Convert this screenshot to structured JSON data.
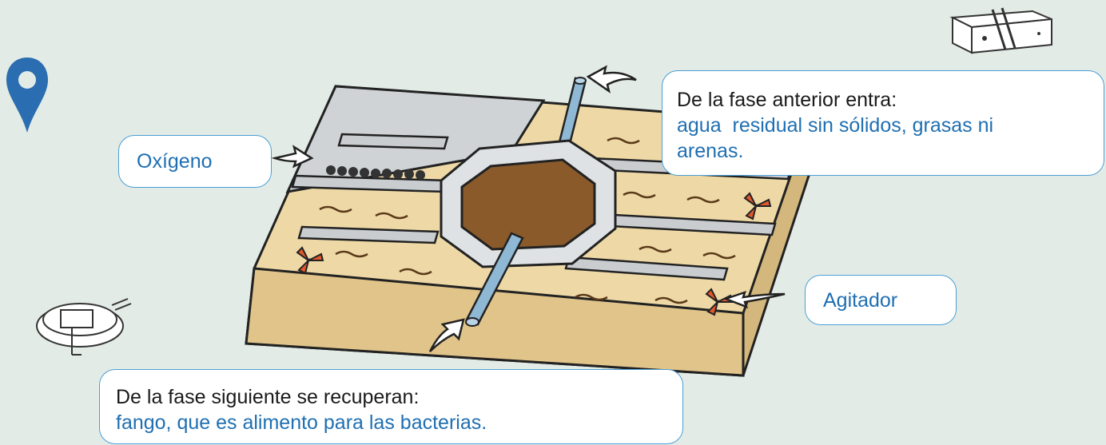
{
  "callouts": {
    "oxigeno": {
      "text": "Oxígeno"
    },
    "entra": {
      "line1": "De la fase anterior entra:",
      "line2a": "agua  residual sin sólidos, grasas ni",
      "line2b": "arenas."
    },
    "agitador": {
      "text": "Agitador"
    },
    "siguiente": {
      "line1": "De la fase siguiente se recuperan:",
      "line2": "fango, que es alimento para las bacterias."
    }
  },
  "icons": {
    "location_pin": "map-pin-icon",
    "tank_thumbnail": "rectangular-tank-icon",
    "clarifier_thumbnail": "round-clarifier-icon"
  },
  "colors": {
    "background": "#e3ebe6",
    "callout_border": "#4a9fd6",
    "highlight_text": "#1f6fb2",
    "pin": "#2a6db0",
    "tank_sand": "#eed9a6",
    "sludge": "#8a5a2b",
    "pipe": "#8fb8d4",
    "agitator": "#e2572c"
  }
}
